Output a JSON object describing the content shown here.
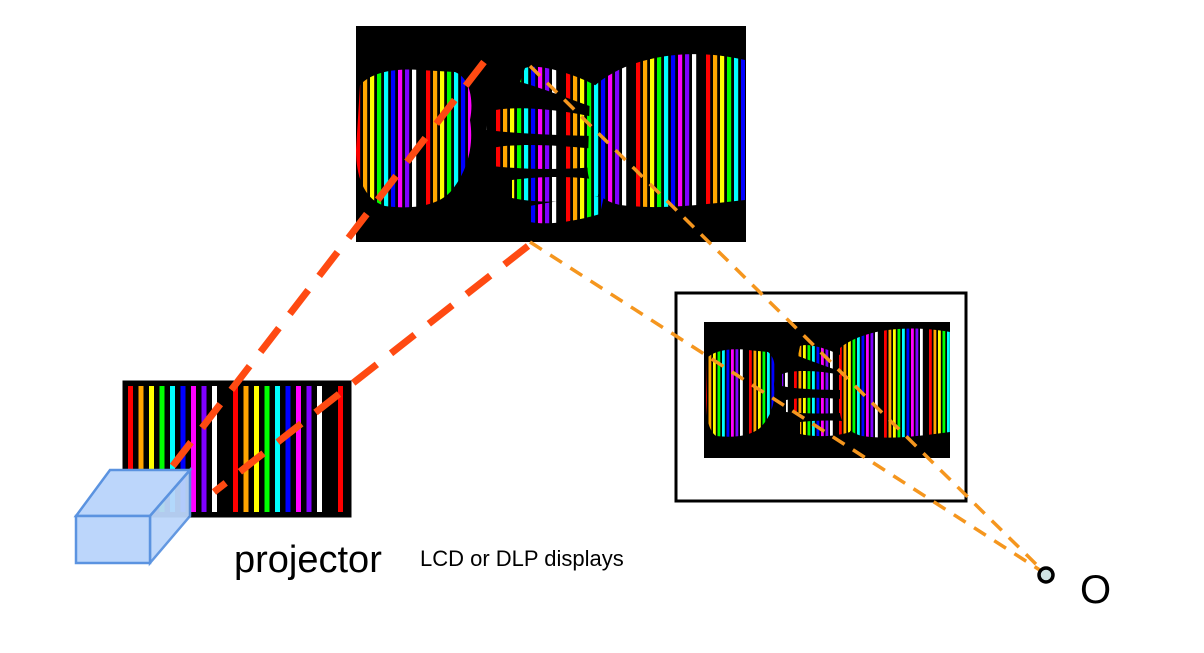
{
  "labels": {
    "projector": "projector",
    "displays": "LCD or DLP displays",
    "camera_center": "O"
  },
  "colors": {
    "projector_rays": "#ff4a12",
    "camera_rays": "#f5961e",
    "projector_box_face": "#bcd6fb",
    "projector_box_edge": "#5b93e0",
    "camera_point_fill": "#cfe3e3"
  },
  "stripe_palette": [
    "#ff0000",
    "#ffa500",
    "#ffff00",
    "#00ff00",
    "#00ffff",
    "#0000ff",
    "#ff00ff",
    "#8000ff",
    "#ffffff",
    "#000000"
  ],
  "icons": {
    "projector": "projector-box-icon",
    "camera": "camera-center-point-icon"
  }
}
